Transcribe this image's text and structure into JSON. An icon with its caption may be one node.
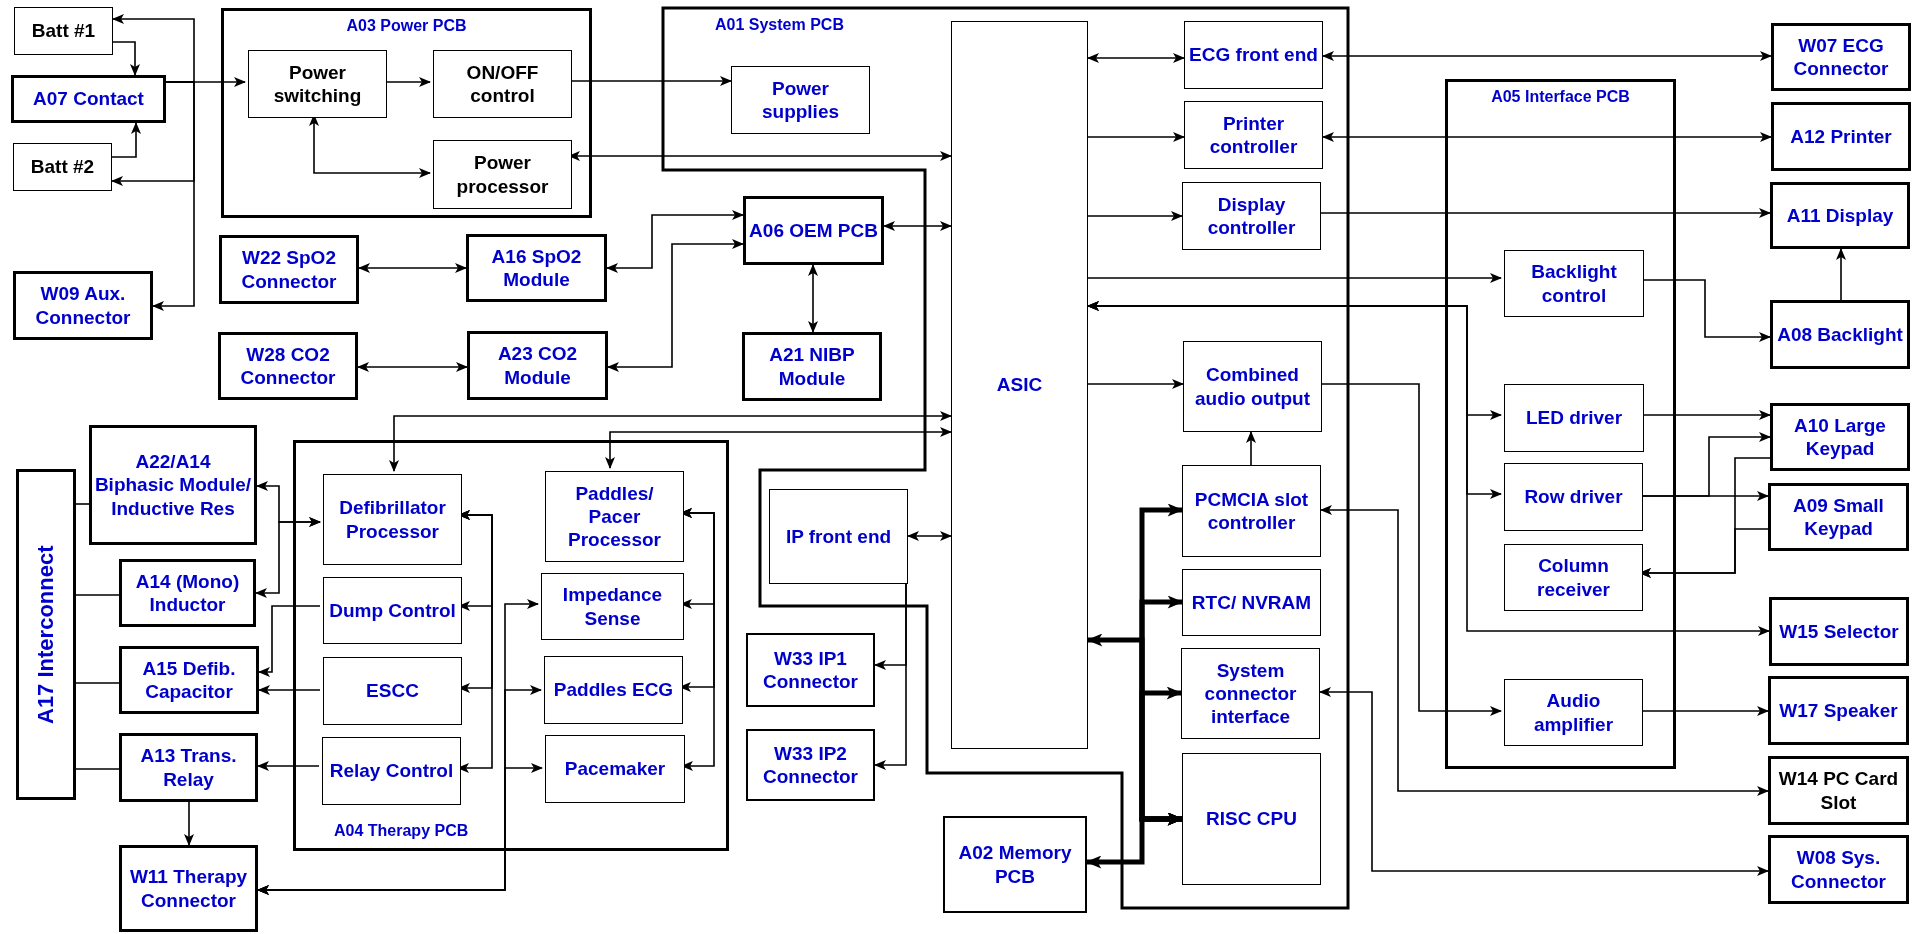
{
  "diagram": {
    "nodes": [
      {
        "text": [
          "Batt #1"
        ]
      },
      {
        "text": [
          "A07 Contact"
        ]
      },
      {
        "text": [
          "Batt #2"
        ]
      },
      {
        "text": [
          "W09 Aux. Connector"
        ]
      },
      {
        "text": [
          "A03 Power PCB"
        ]
      },
      {
        "text": [
          "Power switching"
        ],
        "in": 4
      },
      {
        "text": [
          "ON/OFF control"
        ],
        "in": 4
      },
      {
        "text": [
          "Power processor"
        ],
        "in": 4
      },
      {
        "text": [
          "A01 System PCB"
        ]
      },
      {
        "text": [
          "Power supplies"
        ],
        "in": 8
      },
      {
        "text": [
          "ASIC"
        ],
        "in": 8
      },
      {
        "text": [
          "ECG front end"
        ],
        "in": 8
      },
      {
        "text": [
          "Printer controller"
        ],
        "in": 8
      },
      {
        "text": [
          "Display controller"
        ],
        "in": 8
      },
      {
        "text": [
          "Combined audio output"
        ],
        "in": 8
      },
      {
        "text": [
          "IP front end"
        ],
        "in": 8
      },
      {
        "text": [
          "PCMCIA slot controller"
        ],
        "in": 8
      },
      {
        "text": [
          "RTC/ NVRAM"
        ],
        "in": 8
      },
      {
        "text": [
          "System connector interface"
        ],
        "in": 8
      },
      {
        "text": [
          "RISC CPU"
        ],
        "in": 8
      },
      {
        "text": [
          "W22 SpO2 Connector"
        ]
      },
      {
        "text": [
          "A16 SpO2 Module"
        ]
      },
      {
        "text": [
          "A06 OEM PCB"
        ]
      },
      {
        "text": [
          "W28 CO2 Connector"
        ]
      },
      {
        "text": [
          "A23 CO2 Module"
        ]
      },
      {
        "text": [
          "A21 NIBP Module"
        ]
      },
      {
        "text": [
          "A05 Interface PCB"
        ]
      },
      {
        "text": [
          "Backlight control"
        ],
        "in": 26
      },
      {
        "text": [
          "LED driver"
        ],
        "in": 26
      },
      {
        "text": [
          "Row driver"
        ],
        "in": 26
      },
      {
        "text": [
          "Column receiver"
        ],
        "in": 26
      },
      {
        "text": [
          "Audio amplifier"
        ],
        "in": 26
      },
      {
        "text": [
          "W07 ECG Connector"
        ]
      },
      {
        "text": [
          "A12 Printer"
        ]
      },
      {
        "text": [
          "A11 Display"
        ]
      },
      {
        "text": [
          "A08 Backlight"
        ]
      },
      {
        "text": [
          "A10 Large Keypad"
        ]
      },
      {
        "text": [
          "A09 Small Keypad"
        ]
      },
      {
        "text": [
          "W15 Selector"
        ]
      },
      {
        "text": [
          "W17 Speaker"
        ]
      },
      {
        "text": [
          "W14 PC Card Slot"
        ]
      },
      {
        "text": [
          "W08 Sys. Connector"
        ]
      },
      {
        "text": [
          "A17 Interconnect"
        ]
      },
      {
        "text": [
          "A22/A14 Biphasic Module/ Inductive Res"
        ]
      },
      {
        "text": [
          "A14 (Mono) Inductor"
        ]
      },
      {
        "text": [
          "A15 Defib. Capacitor"
        ]
      },
      {
        "text": [
          "A13 Trans. Relay"
        ]
      },
      {
        "text": [
          "W11 Therapy Connector"
        ]
      },
      {
        "text": [
          "A04 Therapy PCB"
        ]
      },
      {
        "text": [
          "Defibrillator Processor"
        ],
        "in": 48
      },
      {
        "text": [
          "Paddles/ Pacer Processor"
        ],
        "in": 48
      },
      {
        "text": [
          "Dump Control"
        ],
        "in": 48
      },
      {
        "text": [
          "Impedance Sense"
        ],
        "in": 48
      },
      {
        "text": [
          "ESCC"
        ],
        "in": 48
      },
      {
        "text": [
          "Paddles ECG"
        ],
        "in": 48
      },
      {
        "text": [
          "Relay Control"
        ],
        "in": 48
      },
      {
        "text": [
          "Pacemaker"
        ],
        "in": 48
      },
      {
        "text": [
          "W33 IP1 Connector"
        ]
      },
      {
        "text": [
          "W33 IP2 Connector"
        ]
      },
      {
        "text": [
          "A02 Memory PCB"
        ]
      }
    ],
    "edges": [
      {
        "from": 0,
        "to": 1,
        "arrow": "to"
      },
      {
        "from": 2,
        "to": 1,
        "arrow": "to"
      },
      {
        "from": 1,
        "to": 0,
        "arrow": "to"
      },
      {
        "from": 1,
        "to": 2,
        "arrow": "to"
      },
      {
        "from": 1,
        "to": 3,
        "arrow": "to"
      },
      {
        "from": 1,
        "to": 5,
        "arrow": "to"
      },
      {
        "from": 5,
        "to": 6,
        "arrow": "to"
      },
      {
        "from": 5,
        "to": 7,
        "arrow": "both"
      },
      {
        "from": 6,
        "to": 9,
        "arrow": "to"
      },
      {
        "from": 10,
        "to": 7,
        "arrow": "both"
      },
      {
        "from": 20,
        "to": 21,
        "arrow": "both"
      },
      {
        "from": 23,
        "to": 24,
        "arrow": "both"
      },
      {
        "from": 21,
        "to": 22,
        "arrow": "both"
      },
      {
        "from": 24,
        "to": 22,
        "arrow": "both"
      },
      {
        "from": 22,
        "to": 10,
        "arrow": "both"
      },
      {
        "from": 22,
        "to": 25,
        "arrow": "both"
      },
      {
        "from": 10,
        "to": 11,
        "arrow": "both"
      },
      {
        "from": 11,
        "to": 32,
        "arrow": "both"
      },
      {
        "from": 10,
        "to": 12,
        "arrow": "to"
      },
      {
        "from": 12,
        "to": 33,
        "arrow": "both"
      },
      {
        "from": 10,
        "to": 13,
        "arrow": "to"
      },
      {
        "from": 13,
        "to": 34,
        "arrow": "to"
      },
      {
        "from": 10,
        "to": 27,
        "arrow": "to"
      },
      {
        "from": 27,
        "to": 35,
        "arrow": "to"
      },
      {
        "from": 35,
        "to": 34,
        "arrow": "to"
      },
      {
        "from": 10,
        "to": 28,
        "arrow": "both"
      },
      {
        "from": 10,
        "to": 29,
        "arrow": "both"
      },
      {
        "from": 10,
        "to": 38,
        "arrow": "both"
      },
      {
        "from": 10,
        "to": 14,
        "arrow": "to"
      },
      {
        "from": 14,
        "to": 31,
        "arrow": "to"
      },
      {
        "from": 31,
        "to": 39,
        "arrow": "to"
      },
      {
        "from": 28,
        "to": 36,
        "arrow": "to"
      },
      {
        "from": 29,
        "to": 37,
        "arrow": "to"
      },
      {
        "from": 29,
        "to": 36,
        "arrow": "to"
      },
      {
        "from": 36,
        "to": 30,
        "arrow": "to"
      },
      {
        "from": 37,
        "to": 30,
        "arrow": "to"
      },
      {
        "from": 16,
        "to": 14,
        "arrow": "to"
      },
      {
        "from": 19,
        "to": 10,
        "arrow": "both",
        "style": "thick"
      },
      {
        "from": 19,
        "to": 16,
        "arrow": "both",
        "style": "thick"
      },
      {
        "from": 19,
        "to": 17,
        "arrow": "both",
        "style": "thick"
      },
      {
        "from": 19,
        "to": 18,
        "arrow": "both",
        "style": "thick"
      },
      {
        "from": 19,
        "to": 59,
        "arrow": "both",
        "style": "thick"
      },
      {
        "from": 40,
        "to": 16,
        "arrow": "both"
      },
      {
        "from": 41,
        "to": 18,
        "arrow": "both"
      },
      {
        "from": 15,
        "to": 10,
        "arrow": "both"
      },
      {
        "from": 15,
        "to": 57,
        "arrow": "to"
      },
      {
        "from": 15,
        "to": 58,
        "arrow": "to"
      },
      {
        "from": 49,
        "to": 10,
        "arrow": "both"
      },
      {
        "from": 50,
        "to": 10,
        "arrow": "both"
      },
      {
        "from": 49,
        "to": 43,
        "arrow": "both"
      },
      {
        "from": 49,
        "to": 44,
        "arrow": "both"
      },
      {
        "from": 51,
        "to": 45,
        "arrow": "to"
      },
      {
        "from": 53,
        "to": 45,
        "arrow": "to"
      },
      {
        "from": 55,
        "to": 46,
        "arrow": "to"
      },
      {
        "from": 46,
        "to": 47,
        "arrow": "to"
      },
      {
        "from": 49,
        "to": 51,
        "arrow": "both"
      },
      {
        "from": 49,
        "to": 53,
        "arrow": "both"
      },
      {
        "from": 49,
        "to": 55,
        "arrow": "both"
      },
      {
        "from": 50,
        "to": 52,
        "arrow": "both"
      },
      {
        "from": 50,
        "to": 54,
        "arrow": "both"
      },
      {
        "from": 50,
        "to": 56,
        "arrow": "both"
      },
      {
        "from": 47,
        "to": 52,
        "arrow": "both"
      },
      {
        "from": 47,
        "to": 54,
        "arrow": "both"
      },
      {
        "from": 47,
        "to": 56,
        "arrow": "both"
      },
      {
        "from": 42,
        "to": 43,
        "arrow": "none"
      },
      {
        "from": 42,
        "to": 44,
        "arrow": "none"
      },
      {
        "from": 42,
        "to": 45,
        "arrow": "none"
      },
      {
        "from": 42,
        "to": 46,
        "arrow": "none"
      }
    ]
  }
}
